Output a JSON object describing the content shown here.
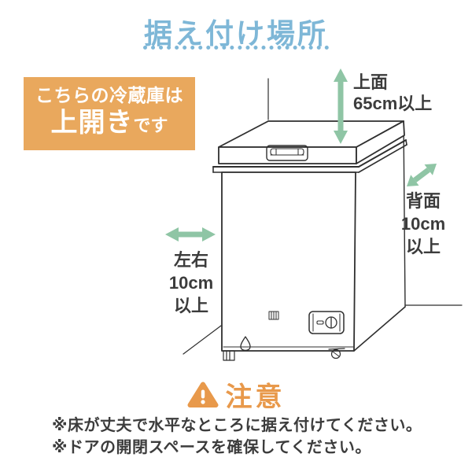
{
  "colors": {
    "accent_blue": "#7EB7D7",
    "badge_orange": "#E9A85D",
    "caution_orange": "#E8994B",
    "arrow_green": "#8FC5A5",
    "line_dark": "#2F2F2F",
    "text_dark": "#3C3C3C"
  },
  "title": {
    "text": "据え付け場所"
  },
  "badge": {
    "line1": "こちらの冷蔵庫は",
    "line2_emphasis": "上開き",
    "line2_suffix": "です"
  },
  "diagram": {
    "subject": "chest-freezer-line-drawing"
  },
  "clearances": {
    "top": {
      "label": "上面\n65cm以上"
    },
    "rear": {
      "label": "背面\n10cm\n以上"
    },
    "side": {
      "label": "左右\n10cm\n以上"
    }
  },
  "caution": {
    "heading": "注意",
    "notes": [
      "※床が丈夫で水平なところに据え付けてください。",
      "※ドアの開閉スペースを確保してください。"
    ]
  }
}
